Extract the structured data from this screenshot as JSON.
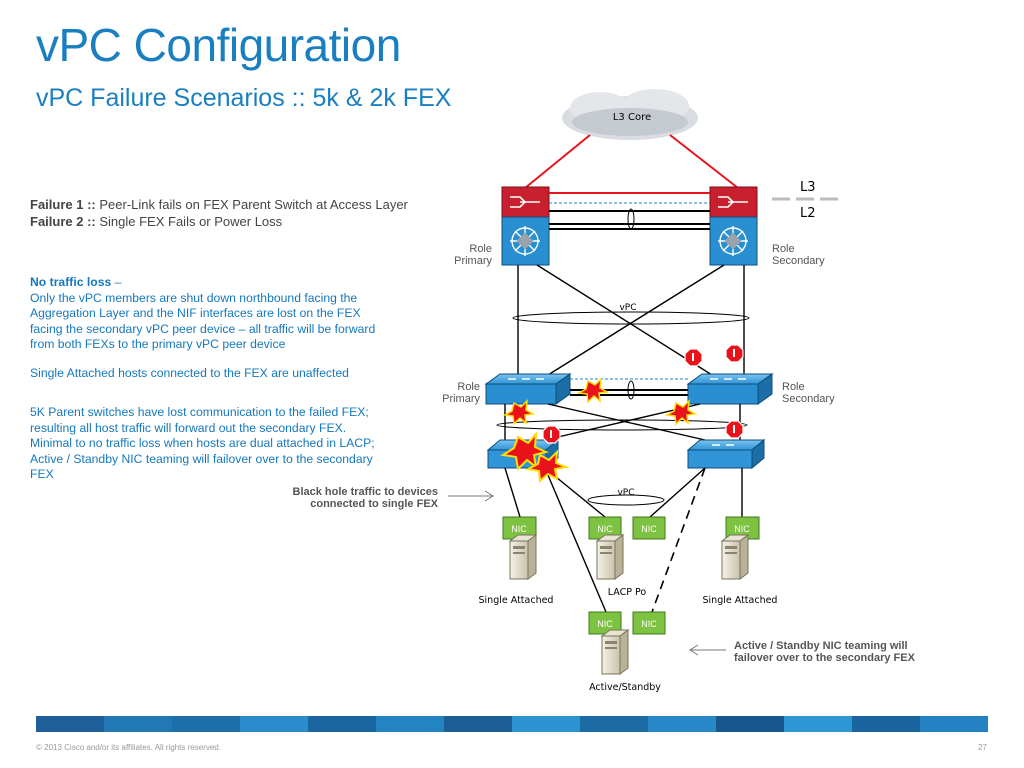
{
  "slide": {
    "title": "vPC Configuration",
    "subtitle": "vPC Failure Scenarios :: 5k & 2k FEX",
    "page_number": "27",
    "copyright": "© 2013 Cisco and/or its affiliates. All rights reserved."
  },
  "failures": {
    "f1_label": "Failure 1 ::",
    "f1_text": " Peer-Link fails on FEX Parent Switch at Access Layer",
    "f2_label": "Failure 2 ::",
    "f2_text": " Single FEX Fails or Power Loss"
  },
  "notes": {
    "no_traffic_heading": "No traffic loss",
    "no_traffic_dash": " –",
    "no_traffic_body": "Only the vPC members are shut down northbound facing the Aggregation Layer and the NIF interfaces are lost on the FEX facing the secondary vPC peer device – all traffic will be forward from both FEXs to the primary vPC peer device",
    "single_attached": "Single Attached hosts connected to the FEX are unaffected",
    "parent_switches": "5K Parent switches have lost communication to the failed FEX; resulting all host traffic will forward out the secondary FEX. Minimal to no traffic loss  when hosts are dual attached in LACP; Active / Standby NIC teaming will failover over to the secondary FEX"
  },
  "diagram": {
    "cloud_label": "L3 Core",
    "l3_label": "L3",
    "l2_label": "L2",
    "core_role_left_1": "Role",
    "core_role_left_2": "Primary",
    "core_role_right_1": "Role",
    "core_role_right_2": "Secondary",
    "vpc_top": "vPC",
    "access_role_left_1": "Role",
    "access_role_left_2": "Primary",
    "access_role_right_1": "Role",
    "access_role_right_2": "Secondary",
    "vpc_bottom": "vPC",
    "nic": "NIC",
    "single_attached_left": "Single Attached",
    "lacp_po": "LACP Po",
    "single_attached_right": "Single Attached",
    "active_standby": "Active/Standby",
    "callout_black_hole_1": "Black hole traffic to devices",
    "callout_black_hole_2": "connected to single FEX",
    "callout_nic_teaming_1": "Active / Standby NIC teaming will",
    "callout_nic_teaming_2": "failover over to the secondary FEX"
  },
  "colors": {
    "title_blue": "#1a7fc1",
    "core_red": "#c8202f",
    "core_blue": "#1f86c4",
    "nexus5k_blue": "#2a8fd0",
    "fex_blue": "#2f95d6",
    "nic_green": "#7dc241",
    "failure_yellow": "#ffde00",
    "failure_red": "#e8131a"
  },
  "footer_palette": [
    "#1e5f9a",
    "#2178b5",
    "#1d6fa9",
    "#2a8ccb",
    "#1a66a0",
    "#2384c2",
    "#1b5d95",
    "#2b93cf",
    "#1d6ba4",
    "#2688c6",
    "#17578e",
    "#2c97d2",
    "#1a64a0",
    "#2281c0"
  ],
  "icons": [
    "nexus7k-router-icon",
    "nexus5k-switch-icon",
    "fex-switch-icon",
    "server-icon",
    "stop-sign-icon",
    "failure-burst-icon",
    "cloud-icon",
    "arrow-icon"
  ]
}
